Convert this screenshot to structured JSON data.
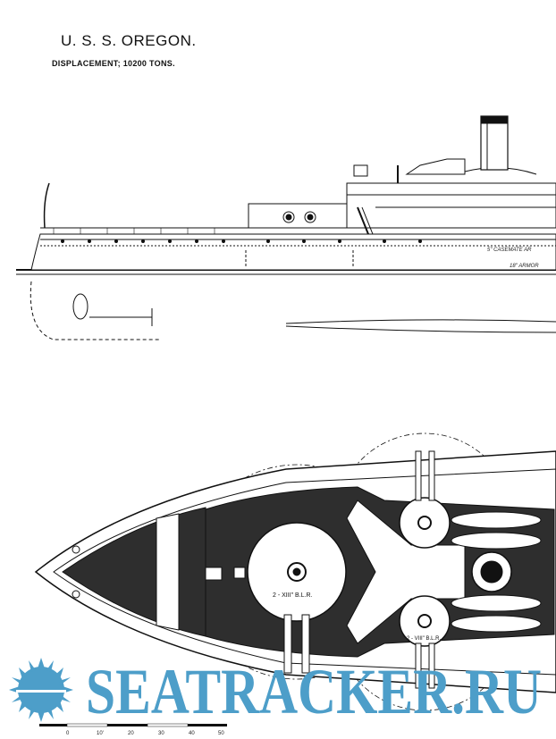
{
  "header": {
    "title": "U. S. S. OREGON.",
    "subtitle": "DISPLACEMENT; 10200 TONS."
  },
  "profile_view": {
    "labels": [
      "5\" CASEMATE AR",
      "18\" ARMOR"
    ]
  },
  "plan_view": {
    "turret_labels": [
      "2 - XIII\" B.L.R.",
      "2 - VIII\" B.L.R."
    ]
  },
  "scale_bar": {
    "ticks": [
      "0",
      "10'",
      "20",
      "30",
      "40",
      "50"
    ]
  },
  "watermark": {
    "text": "SEATRACKER.RU",
    "color": "#4d9ec9"
  },
  "colors": {
    "ink": "#111111",
    "deck": "#2e2e2e"
  }
}
